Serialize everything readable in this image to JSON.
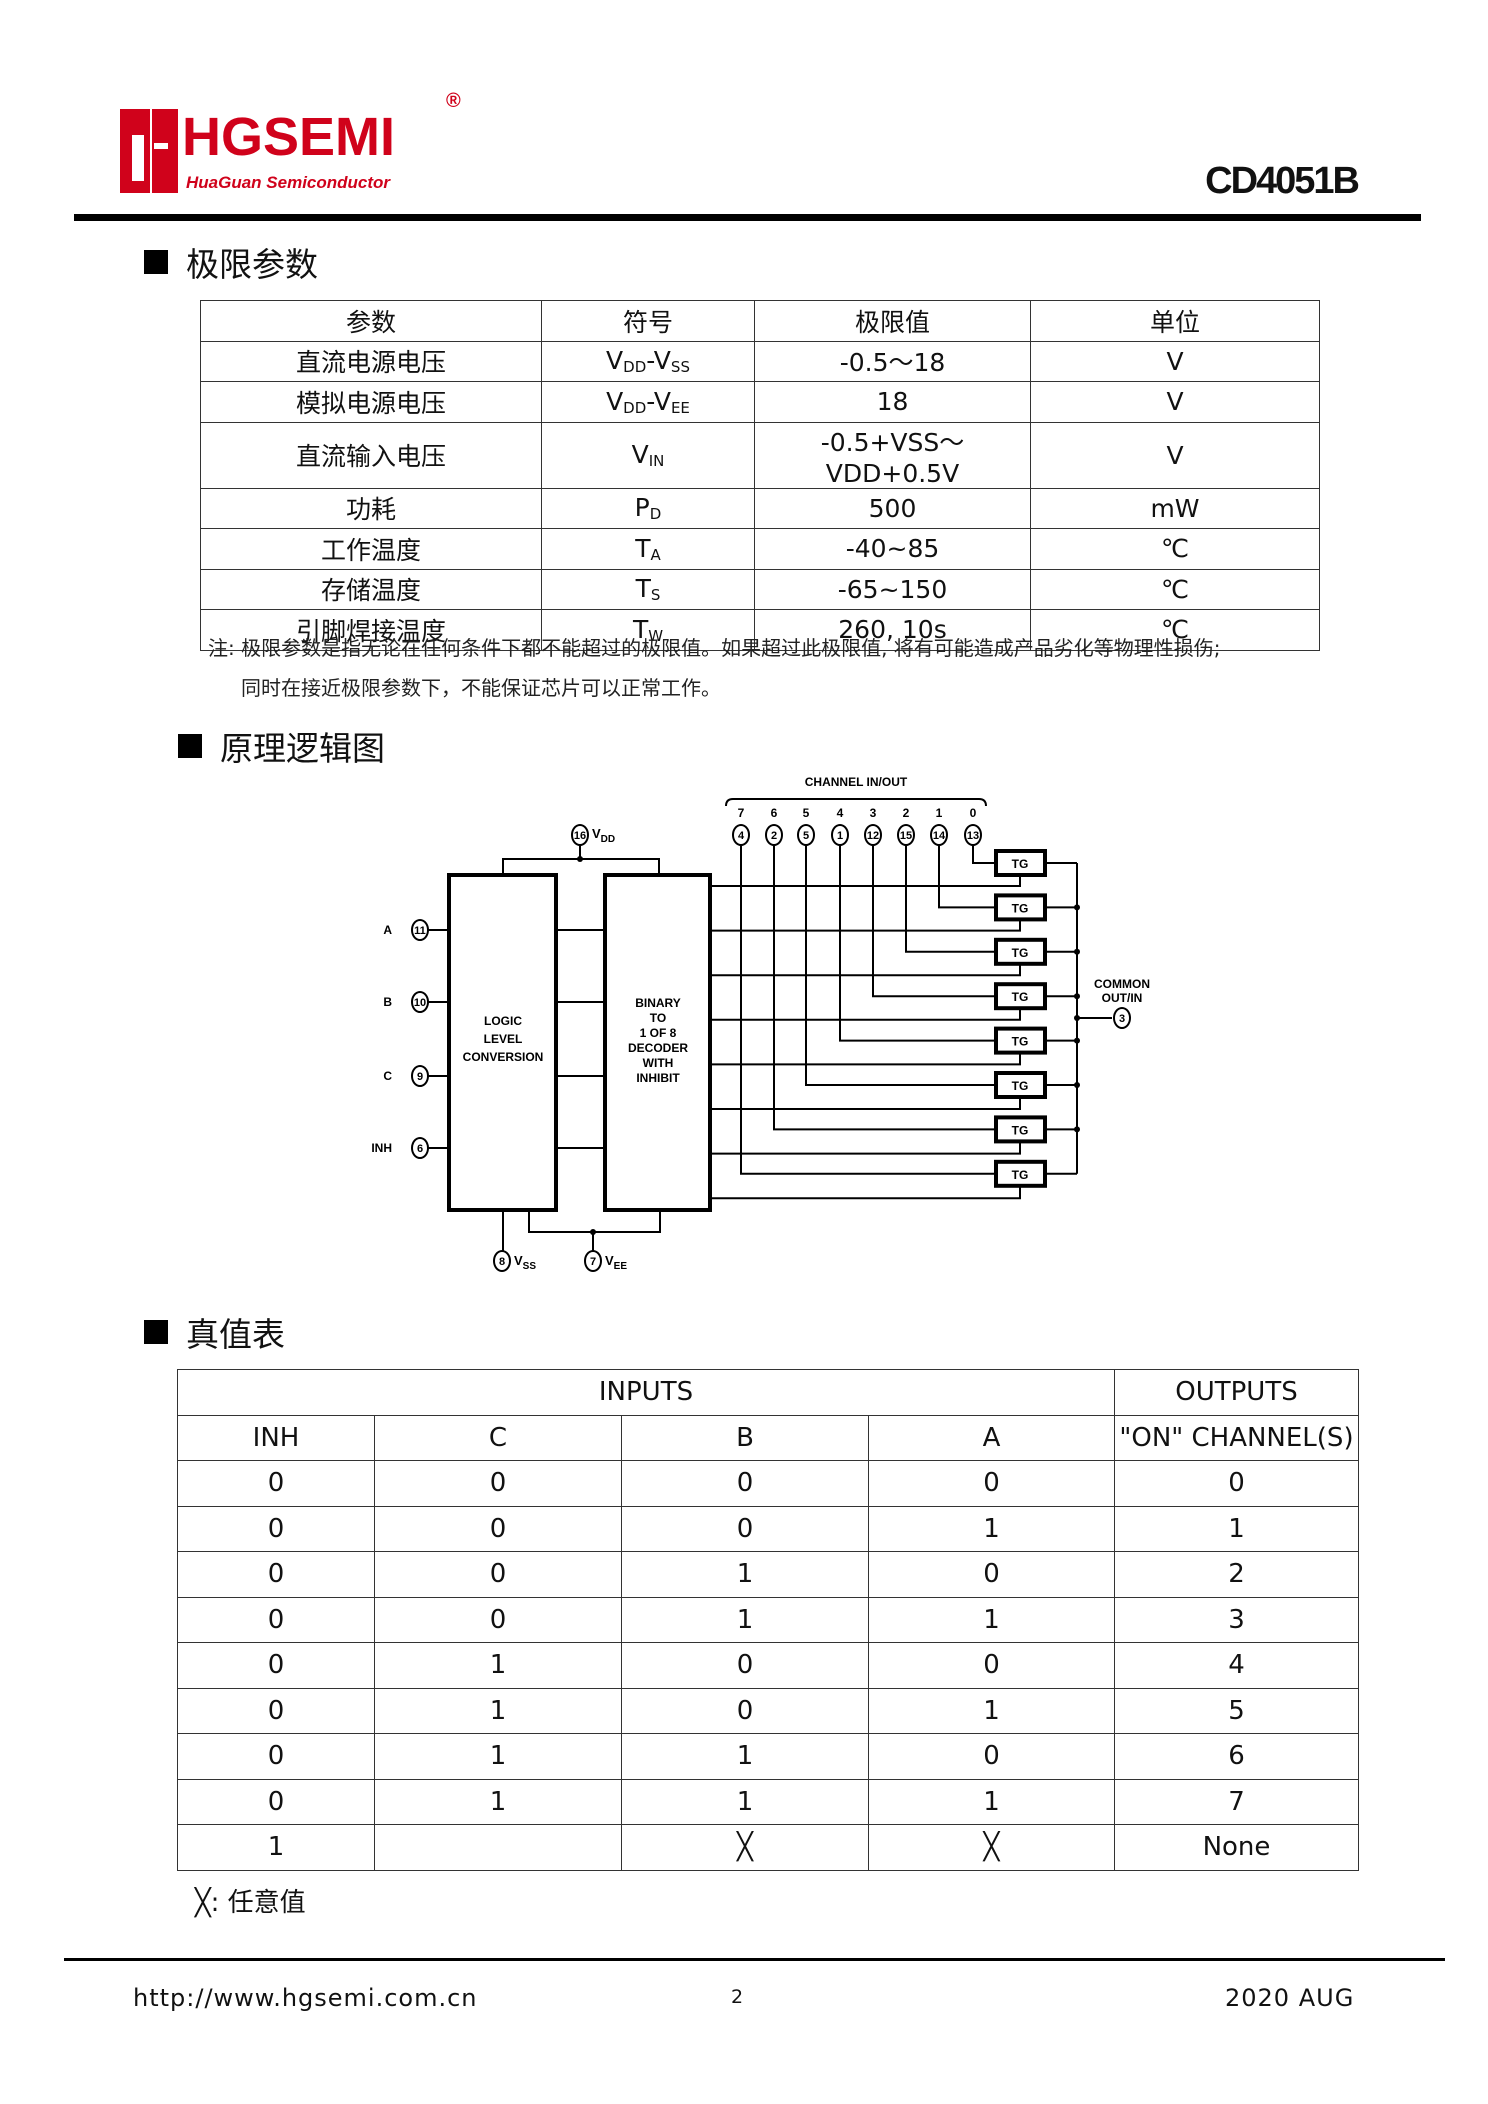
{
  "header": {
    "logo_text": "HGSEMI",
    "logo_subtext": "HuaGuan Semiconductor",
    "logo_registered": "®",
    "part_number": "CD4051B",
    "brand_color": "#d0021b"
  },
  "limits": {
    "heading": "极限参数",
    "columns": [
      "参数",
      "符号",
      "极限值",
      "单位"
    ],
    "rows": [
      {
        "param": "直流电源电压",
        "sym": "V",
        "sub": "DD",
        "sym2": "-V",
        "sub2": "SS",
        "value": "-0.5～18",
        "unit": "V"
      },
      {
        "param": "模拟电源电压",
        "sym": "V",
        "sub": "DD",
        "sym2": "-V",
        "sub2": "EE",
        "value": "18",
        "unit": "V"
      },
      {
        "param": "直流输入电压",
        "sym": "V",
        "sub": "IN",
        "sym2": "",
        "sub2": "",
        "value": "-0.5+VSS～VDD+0.5V",
        "unit": "V"
      },
      {
        "param": "功耗",
        "sym": "P",
        "sub": "D",
        "sym2": "",
        "sub2": "",
        "value": "500",
        "unit": "mW"
      },
      {
        "param": "工作温度",
        "sym": "T",
        "sub": "A",
        "sym2": "",
        "sub2": "",
        "value": "-40~85",
        "unit": "℃"
      },
      {
        "param": "存储温度",
        "sym": "T",
        "sub": "S",
        "sym2": "",
        "sub2": "",
        "value": "-65~150",
        "unit": "℃"
      },
      {
        "param": "引脚焊接温度",
        "sym": "T",
        "sub": "W",
        "sym2": "",
        "sub2": "",
        "value": "260, 10s",
        "unit": "℃"
      }
    ],
    "note_line1": "注: 极限参数是指无论在任何条件下都不能超过的极限值。如果超过此极限值, 将有可能造成产品劣化等物理性损伤;",
    "note_line2": "同时在接近极限参数下，不能保证芯片可以正常工作。"
  },
  "diagram": {
    "heading": "原理逻辑图",
    "channel_title": "CHANNEL IN/OUT",
    "channels": [
      {
        "ch": "7",
        "pin": "4"
      },
      {
        "ch": "6",
        "pin": "2"
      },
      {
        "ch": "5",
        "pin": "5"
      },
      {
        "ch": "4",
        "pin": "1"
      },
      {
        "ch": "3",
        "pin": "12"
      },
      {
        "ch": "2",
        "pin": "15"
      },
      {
        "ch": "1",
        "pin": "14"
      },
      {
        "ch": "0",
        "pin": "13"
      }
    ],
    "inputs": [
      {
        "label": "A",
        "pin": "11"
      },
      {
        "label": "B",
        "pin": "10"
      },
      {
        "label": "C",
        "pin": "9"
      },
      {
        "label": "INH",
        "pin": "6"
      }
    ],
    "vdd": {
      "pin": "16",
      "label": "V",
      "sub": "DD"
    },
    "vss": {
      "pin": "8",
      "label": "V",
      "sub": "SS"
    },
    "vee": {
      "pin": "7",
      "label": "V",
      "sub": "EE"
    },
    "logic_block": [
      "LOGIC",
      "LEVEL",
      "CONVERSION"
    ],
    "decoder_block": [
      "BINARY",
      "TO",
      "1 OF 8",
      "DECODER",
      "WITH",
      "INHIBIT"
    ],
    "tg_label": "TG",
    "common": [
      "COMMON",
      "OUT/IN"
    ],
    "common_pin": "3"
  },
  "truth": {
    "heading": "真值表",
    "inputs_label": "INPUTS",
    "outputs_label": "OUTPUTS",
    "columns": [
      "INH",
      "C",
      "B",
      "A",
      "\"ON\" CHANNEL(S)"
    ],
    "rows": [
      [
        "0",
        "0",
        "0",
        "0",
        "0"
      ],
      [
        "0",
        "0",
        "0",
        "1",
        "1"
      ],
      [
        "0",
        "0",
        "1",
        "0",
        "2"
      ],
      [
        "0",
        "0",
        "1",
        "1",
        "3"
      ],
      [
        "0",
        "1",
        "0",
        "0",
        "4"
      ],
      [
        "0",
        "1",
        "0",
        "1",
        "5"
      ],
      [
        "0",
        "1",
        "1",
        "0",
        "6"
      ],
      [
        "0",
        "1",
        "1",
        "1",
        "7"
      ],
      [
        "1",
        "",
        "╳",
        "╳",
        "None"
      ]
    ],
    "legend": "╳: 任意值"
  },
  "footer": {
    "url": "http://www.hgsemi.com.cn",
    "page": "2",
    "date": "2020 AUG"
  }
}
